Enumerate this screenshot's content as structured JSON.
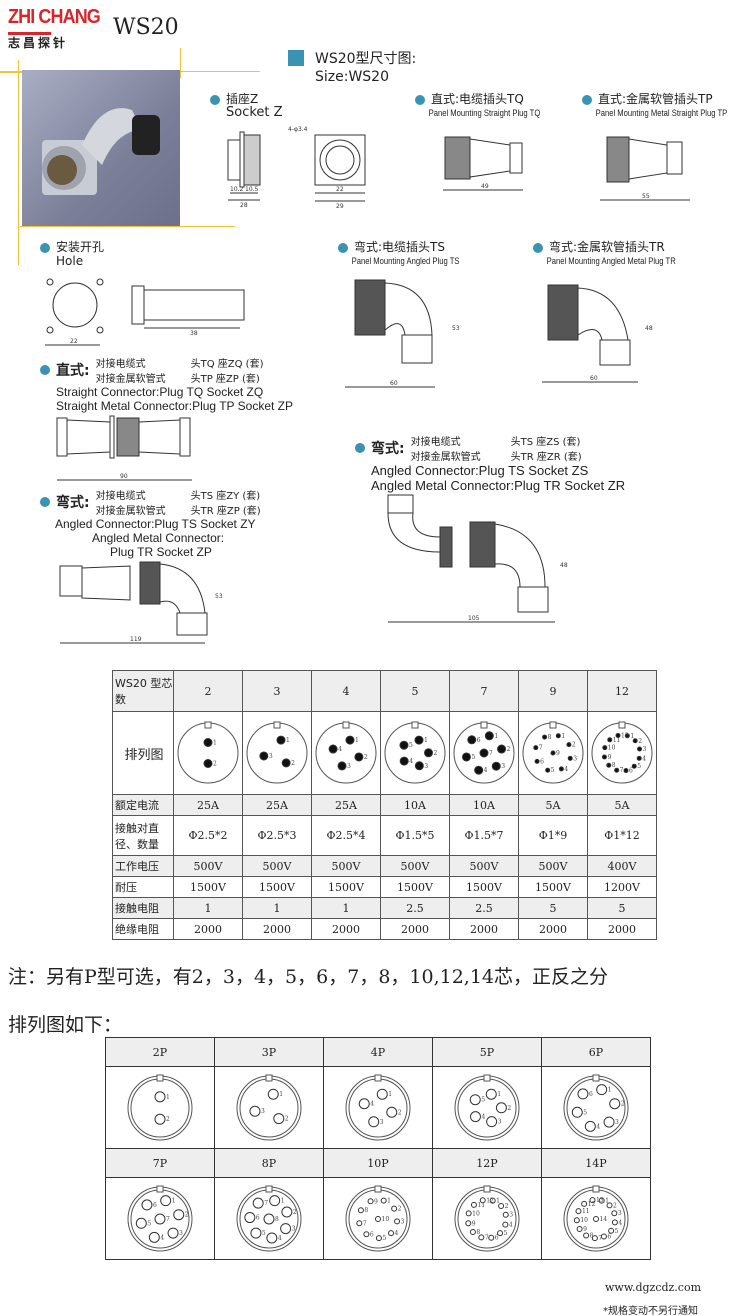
{
  "header": {
    "logo_en": "ZHI CHANG",
    "logo_cn": "志昌探针",
    "model": "WS20"
  },
  "title": {
    "cn": "WS20型尺寸图:",
    "en": "Size:WS20"
  },
  "sections": {
    "socket_z": {
      "cn": "插座Z",
      "en": "Socket Z"
    },
    "plug_tq": {
      "cn": "直式:电缆插头TQ",
      "en": "Panel Mounting Straight Plug TQ"
    },
    "plug_tp": {
      "cn": "直式:金属软管插头TP",
      "en": "Panel Mounting Metal Straight Plug TP"
    },
    "hole": {
      "cn": "安装开孔",
      "en": "Hole"
    },
    "plug_ts": {
      "cn": "弯式:电缆插头TS",
      "en": "Panel Mounting Angled Plug TS"
    },
    "plug_tr": {
      "cn": "弯式:金属软管插头TR",
      "en": "Panel Mounting Angled Metal Plug TR"
    },
    "straight": {
      "cn": "直式:",
      "l1a": "对接电缆式",
      "l1b": "头TQ  座ZQ (套)",
      "l2a": "对接金属软管式",
      "l2b": "头TP  座ZP (套)",
      "en1": "Straight Connector:Plug TQ Socket ZQ",
      "en2": "Straight Metal Connector:Plug TP Socket ZP"
    },
    "angled_zy": {
      "cn": "弯式:",
      "l1a": "对接电缆式",
      "l1b": "头TS  座ZY (套)",
      "l2a": "对接金属软管式",
      "l2b": "头TR  座ZP (套)",
      "en1": "Angled Connector:Plug TS Socket ZY",
      "en2": "Angled Metal Connector:",
      "en3": "Plug TR Socket ZP"
    },
    "angled_zs": {
      "cn": "弯式:",
      "l1a": "对接电缆式",
      "l1b": "头TS  座ZS (套)",
      "l2a": "对接金属软管式",
      "l2b": "头TR  座ZR (套)",
      "en1": "Angled Connector:Plug TS Socket ZS",
      "en2": "Angled Metal Connector:Plug TR Socket ZR"
    }
  },
  "dims": {
    "z1": "10.2",
    "z2": "10.5",
    "z3": "28",
    "z4": "22",
    "z5": "29",
    "z6": "4-φ3.4",
    "tq": "49",
    "tp": "55",
    "hole1": "22",
    "hole2": "38",
    "st": "90",
    "ts": "60",
    "tr": "60",
    "zy": "119",
    "zs": "105",
    "ts_h": "53",
    "tr_h": "48",
    "zs_h": "48",
    "zy_h": "53"
  },
  "spec_table": {
    "header_label": "WS20 型芯数",
    "columns": [
      "2",
      "3",
      "4",
      "5",
      "7",
      "9",
      "12"
    ],
    "diagram_label": "排列图",
    "rows": [
      {
        "label": "额定电流",
        "values": [
          "25A",
          "25A",
          "25A",
          "10A",
          "10A",
          "5A",
          "5A"
        ]
      },
      {
        "label": "接触对直径、数量",
        "values": [
          "Φ2.5*2",
          "Φ2.5*3",
          "Φ2.5*4",
          "Φ1.5*5",
          "Φ1.5*7",
          "Φ1*9",
          "Φ1*12"
        ]
      },
      {
        "label": "工作电压",
        "values": [
          "500V",
          "500V",
          "500V",
          "500V",
          "500V",
          "500V",
          "400V"
        ]
      },
      {
        "label": "耐压",
        "values": [
          "1500V",
          "1500V",
          "1500V",
          "1500V",
          "1500V",
          "1500V",
          "1200V"
        ]
      },
      {
        "label": "接触电阻",
        "values": [
          "1",
          "1",
          "1",
          "2.5",
          "2.5",
          "5",
          "5"
        ]
      },
      {
        "label": "绝缘电阻",
        "values": [
          "2000",
          "2000",
          "2000",
          "2000",
          "2000",
          "2000",
          "2000"
        ]
      }
    ]
  },
  "note": {
    "line1": "注：另有P型可选，有2，3，4，5，6，7，8，10,12,14芯，正反之分",
    "line2": "排列图如下："
  },
  "p_table": {
    "row1": [
      "2P",
      "3P",
      "4P",
      "5P",
      "6P"
    ],
    "row2": [
      "7P",
      "8P",
      "10P",
      "12P",
      "14P"
    ]
  },
  "footer": {
    "url": "www.dgzcdz.com",
    "disclaimer": "*规格变动不另行通知"
  },
  "colors": {
    "accent": "#3a93b3",
    "logo": "#d8262b",
    "rule": "#f3c13a"
  }
}
